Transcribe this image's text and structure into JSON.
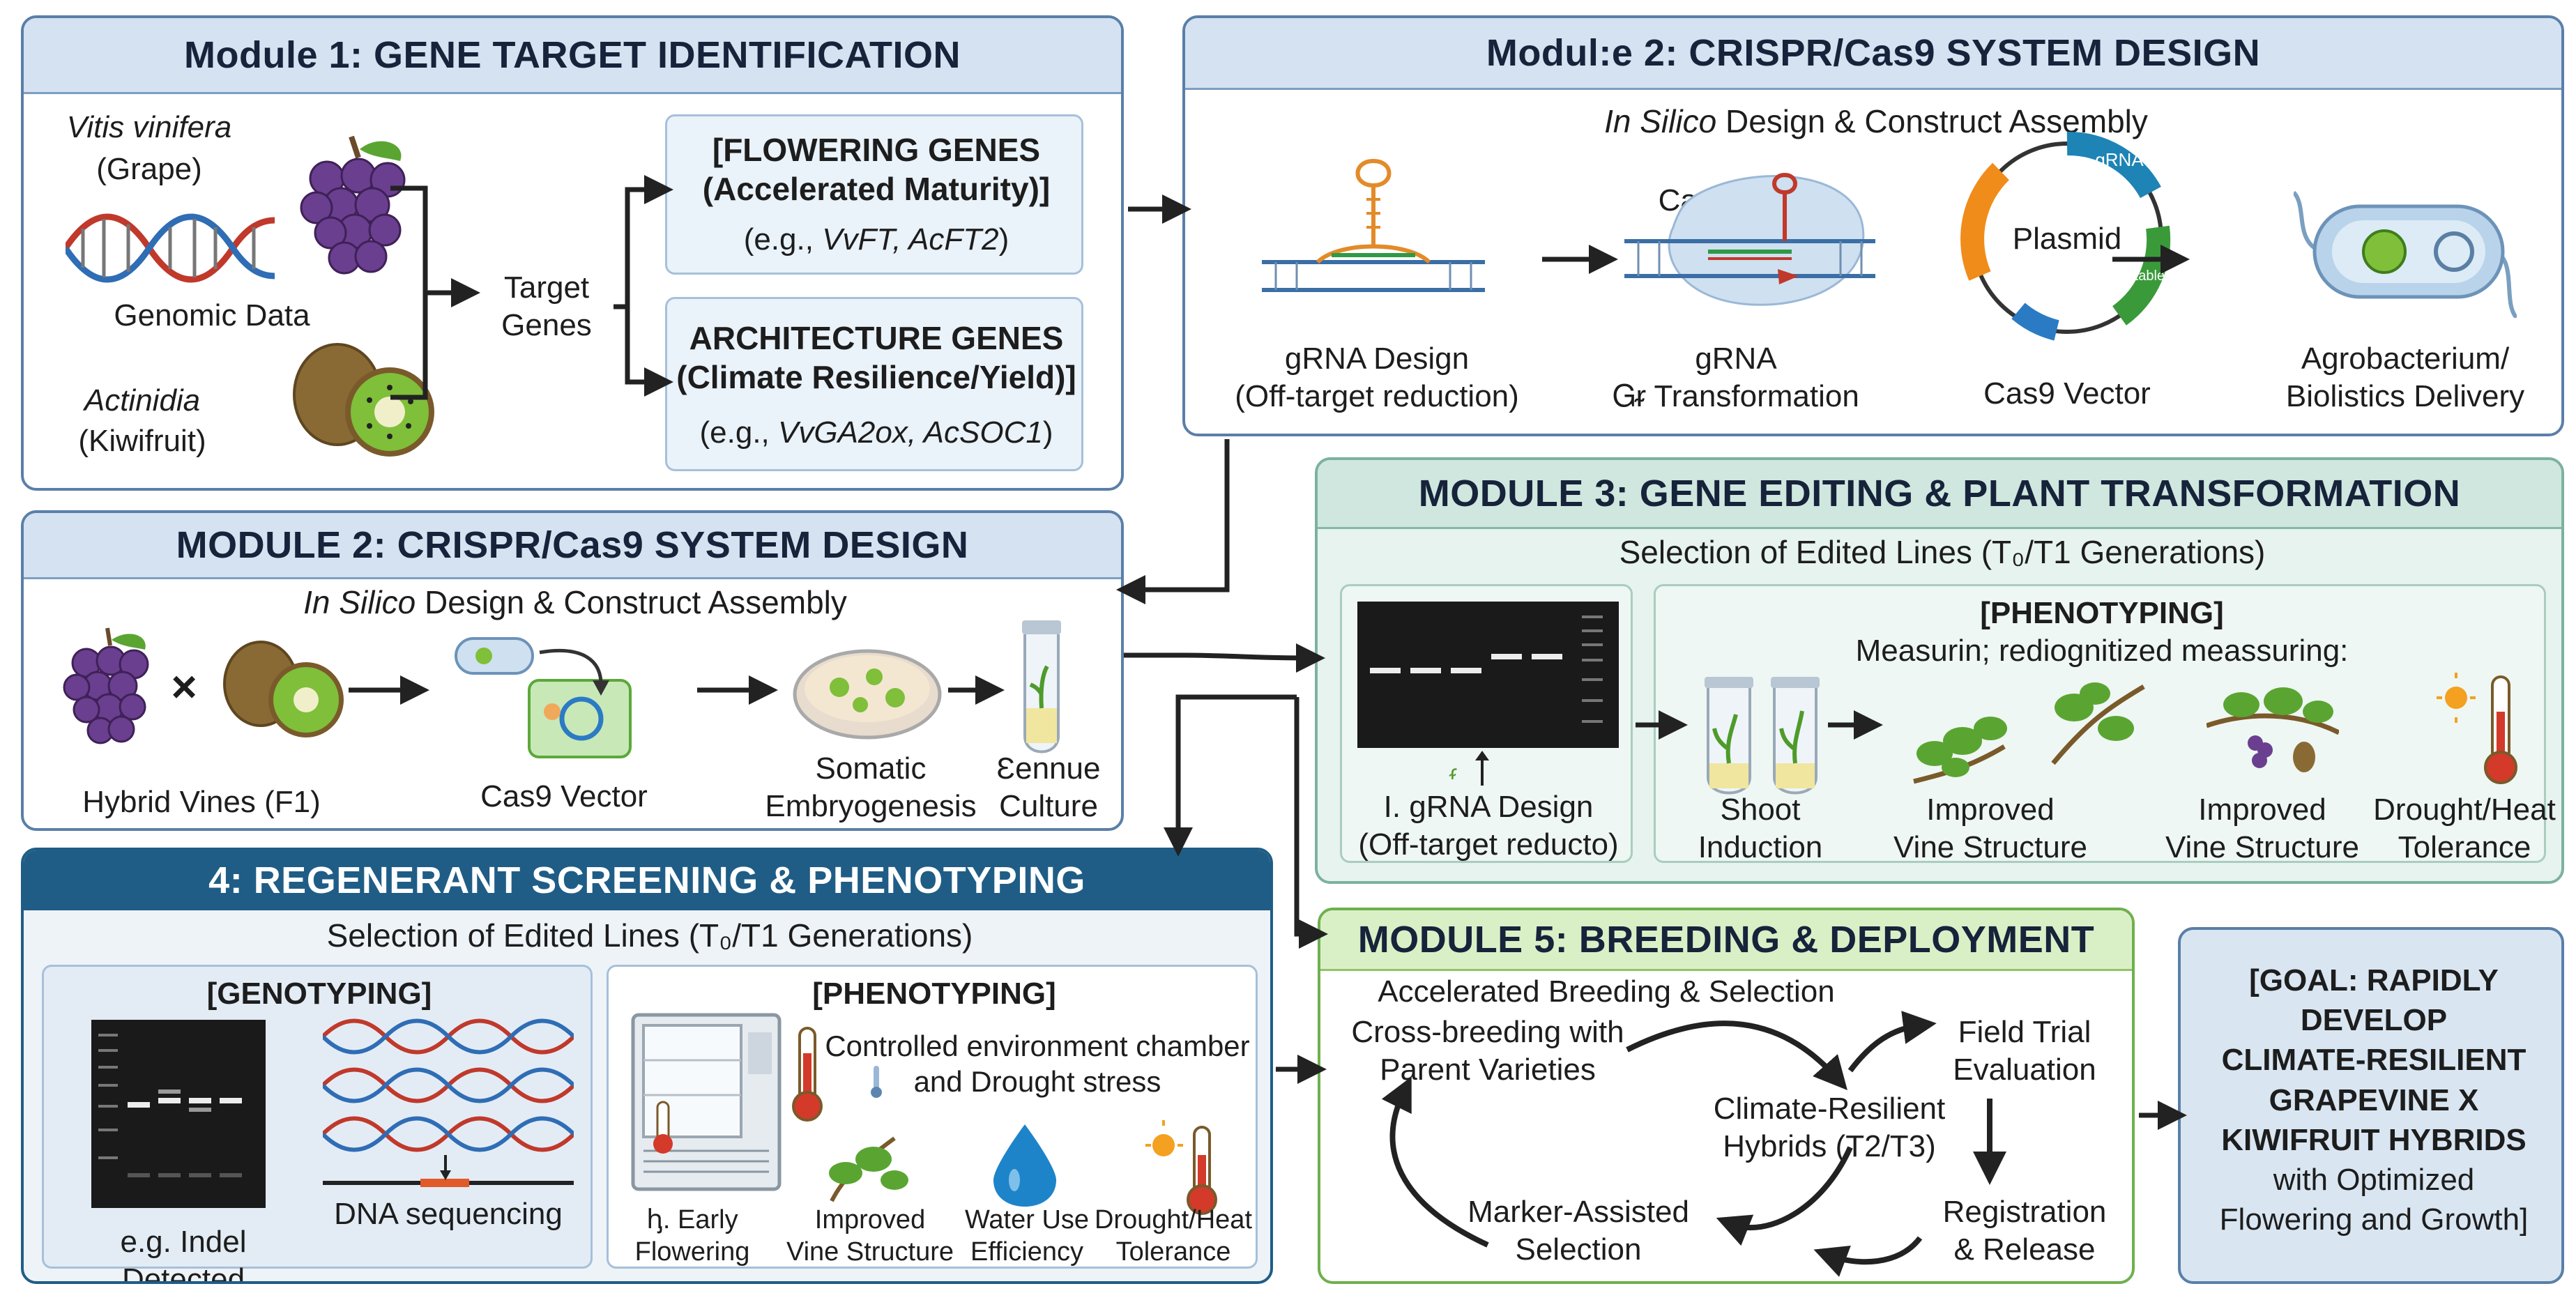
{
  "module1": {
    "title": "Module 1: GENE TARGET IDENTIFICATION",
    "vitis_name": "Vitis vinifera",
    "vitis_common": "(Grape)",
    "genomic_data": "Genomic Data",
    "actinidia_name": "Actinidia",
    "actinidia_common": "(Kiwifruit)",
    "target_genes": "Target\nGenes",
    "flowering_title": "[FLOWERING GENES\n(Accelerated Maturity)]",
    "flowering_eg_prefix": "(e.g., ",
    "flowering_eg_genes": "VvFT, AcFT2",
    "flowering_eg_suffix": ")",
    "architecture_title": "ARCHITECTURE GENES\n(Climate Resilience/Yield)]",
    "architecture_eg_prefix": "(e.g., ",
    "architecture_eg_genes": "VvGA2ox, AcSOC1",
    "architecture_eg_suffix": ")"
  },
  "module2_top": {
    "title": "Modul:e 2: CRISPR/Cas9 SYSTEM DESIGN",
    "subtitle_italic": "In Silico",
    "subtitle_rest": " Design & Construct Assembly",
    "cas9_label": "Cas9",
    "plasmid_label": "Plasmid",
    "grna_ring_label": "gRNA",
    "marker_ring_label": "selectable",
    "steps": [
      "gRNA Design\n(Off-target reduction)",
      "gRNA\nᏀᵲ Transformation",
      "Cas9 Vector",
      "Agrobacterium/\nBiolistics Delivery"
    ]
  },
  "module2_left": {
    "title": "MODULE 2: CRISPR/Cas9 SYSTEM DESIGN",
    "subtitle_italic": "In Silico",
    "subtitle_rest": " Design & Construct Assembly",
    "cross_symbol": "×",
    "steps": [
      "Hybrid Vines (F1)",
      "Cas9 Vector",
      "Somatic\nEmbryogenesis",
      "Ɛennue\nCulture"
    ]
  },
  "module3": {
    "title": "MODULE 3: GENE EDITING & PLANT TRANSFORMATION",
    "subtitle": "Selection of Edited Lines (T₀/T1 Generations)",
    "gel_mark": "ᵳ",
    "gel_caption": "I. gRNA Design\n(Off-target reducto)",
    "phenotyping_title": "[PHENOTYPING]",
    "phenotyping_sub": "Measurin; rediognitized meassuring:",
    "items": [
      "Shoot\nInduction",
      "Improved\nVine Structure",
      "Improved\nVine Structure",
      "Drought/Heat\nTolerance"
    ]
  },
  "module4": {
    "title": "4: REGENERANT SCREENING & PHENOTYPING",
    "subtitle": "Selection of Edited Lines (T₀/T1 Generations)",
    "genotyping_title": "[GENOTYPING]",
    "dna_sequencing": "DNA sequencing",
    "indel": "e.g. Indel Detected",
    "phenotyping_title": "[PHENOTYPING]",
    "chamber_text": "Controlled environment chamber\nand Drought stress",
    "items": [
      "ꞕ. Early\nFlowering",
      "Improved\nVine Structure",
      "Water Use\nEfficiency",
      "Drought/Heat\nTolerance"
    ]
  },
  "module5": {
    "title": "MODULE 5: BREEDING & DEPLOYMENT",
    "accelerated": "Accelerated Breeding & Selection",
    "cross_breeding": "Cross-breeding with\nParent Varieties",
    "field_trial": "Field Trial\nEvaluation",
    "climate_hybrids": "Climate-Resilient\nHybrids (T2/T3)",
    "registration": "Registration\n& Release",
    "mas": "Marker-Assisted\nSelection"
  },
  "goal": {
    "bold_text": "[GOAL: RAPIDLY\nDEVELOP\nCLIMATE-RESILIENT\nGRAPEVINE X\nKIWIFRUIT HYBRIDS",
    "normal_text": "with Optimized\nFlowering and Growth]"
  },
  "colors": {
    "panel_border": "#5a7fa8",
    "header_blue": "#d4e2f1",
    "header_green": "#cfe7de",
    "header_lime": "#d9f0c7",
    "header_dark": "#1f5d86",
    "grape": "#6a3f8f",
    "kiwi_skin": "#8a6a34",
    "kiwi_flesh": "#7fbf3a"
  }
}
